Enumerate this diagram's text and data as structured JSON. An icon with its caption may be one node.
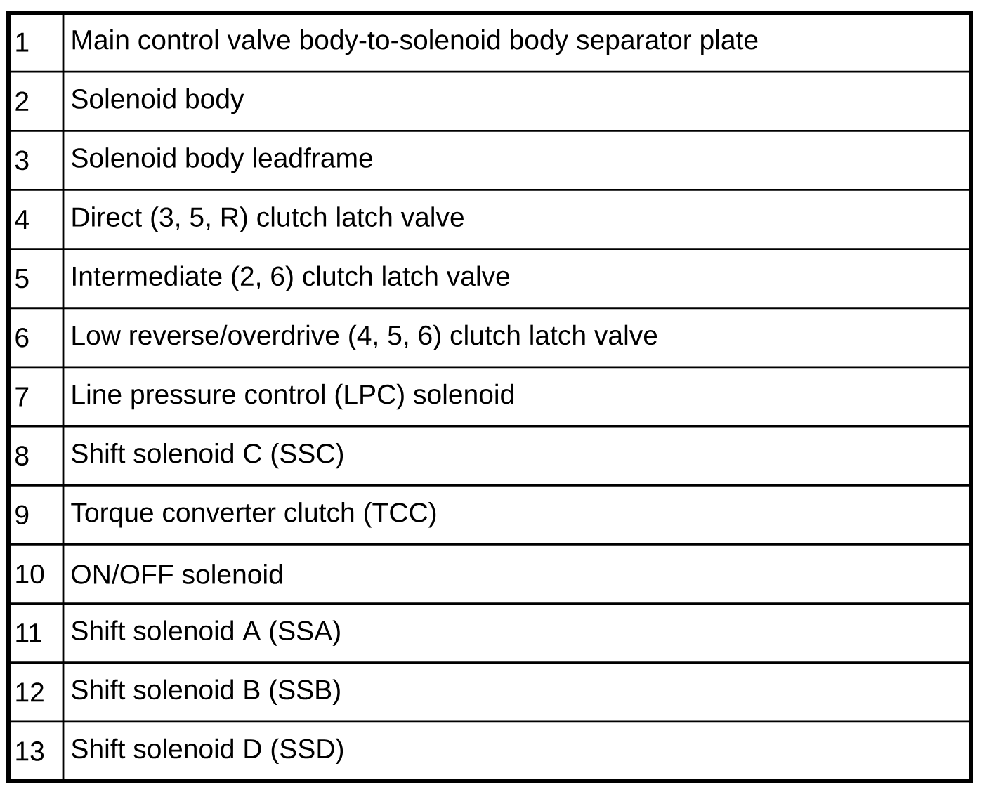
{
  "diagram": {
    "labels": [
      "1",
      "Main control valve body-to-solenoid body separator plate",
      "2",
      "Solenoid body",
      "3",
      "Solenoid body leadframe",
      "4",
      "Direct (3, 5, R) clutch latch valve",
      "5",
      "Intermediate (2, 6) clutch latch valve",
      "6",
      "Low reverse/overdrive (4, 5, 6) clutch latch valve",
      "7",
      "Line pressure control (LPC) solenoid",
      "8",
      "Shift solenoid C (SSC)",
      "9",
      "Torque converter clutch (TCC)",
      "10",
      "ON/OFF solenoid",
      "11",
      "Shift solenoid A (SSA)",
      "12",
      "Shift solenoid B (SSB)",
      "13",
      "Shift solenoid D (SSD)"
    ]
  }
}
